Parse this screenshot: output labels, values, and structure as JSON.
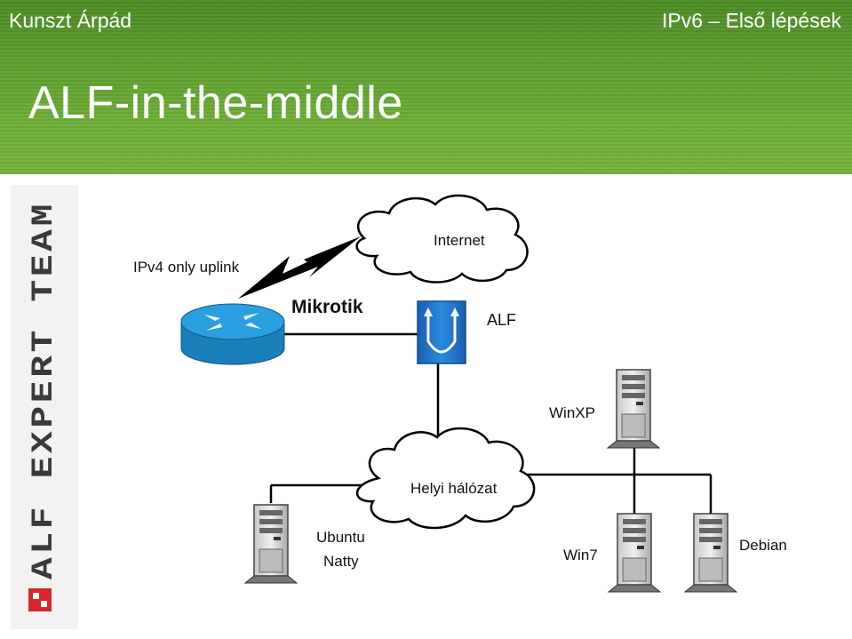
{
  "header": {
    "author": "Kunszt Árpád",
    "course": "IPv6 – Első lépések",
    "title": "ALF-in-the-middle"
  },
  "sidebar": {
    "logo_text": "ALF EXPERT TEAM"
  },
  "diagram": {
    "labels": {
      "uplink": "IPv4 only uplink",
      "internet": "Internet",
      "mikrotik": "Mikrotik",
      "alf": "ALF",
      "winxp": "WinXP",
      "local_network": "Helyi hálózat",
      "ubuntu_line1": "Ubuntu",
      "ubuntu_line2": "Natty",
      "win7": "Win7",
      "debian": "Debian"
    },
    "colors": {
      "header_green": "#5f9f2f",
      "router_blue": "#1f8fc8",
      "firewall_blue": "#1e73c8",
      "logo_red": "#d8262a"
    },
    "icons": [
      "cloud-icon",
      "router-icon",
      "firewall-icon",
      "server-icon",
      "lightning-link-icon"
    ]
  }
}
